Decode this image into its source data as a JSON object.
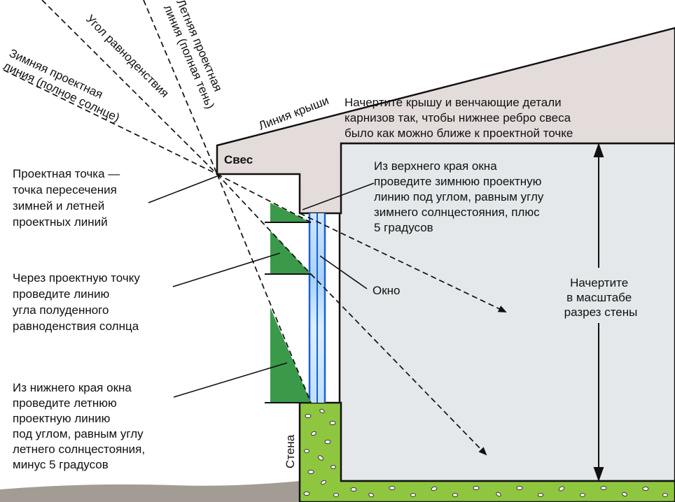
{
  "labels": {
    "winter_line": [
      "Зимняя проектная",
      "линия (полное солнце)"
    ],
    "equinox_angle": "Угол равноденствия",
    "summer_line": [
      "Летняя проектная",
      "линия (полная тень)"
    ],
    "roof_line": "Линия крыши",
    "roof_note": [
      "Начертите крышу и венчающие детали",
      "карнизов так, чтобы нижнее ребро свеса",
      "было как можно ближе к проектной точке"
    ],
    "overhang": "Свес",
    "design_point": [
      "Проектная точка —",
      "точка пересечения",
      "зимней и летней",
      "проектных линий"
    ],
    "winter_instruction": [
      "Из верхнего края окна",
      "проведите зимнюю проектную",
      "линию под углом, равным углу",
      "зимнего солнцестояния, плюс",
      "5 градусов"
    ],
    "equinox_instruction": [
      "Через проектную точку",
      "проведите линию",
      "угла полуденного",
      "равноденствия солнца"
    ],
    "window": "Окно",
    "wall_scale": [
      "Начертите",
      "в масштабе",
      "разрез стены"
    ],
    "summer_instruction": [
      "Из нижнего края окна",
      "проведите летнюю",
      "проектную линию",
      "под углом, равным углу",
      "летнего солнцестояния,",
      "минус 5 градусов"
    ],
    "wall": "Стена"
  },
  "colors": {
    "roof_fill": "#e4dcdb",
    "wall_fill": "#e4e8ea",
    "shading_green": "#3a9a4a",
    "foundation_green": "#8ec63f",
    "window_blue": "#1a5fd6",
    "ground": "#a39c94"
  }
}
